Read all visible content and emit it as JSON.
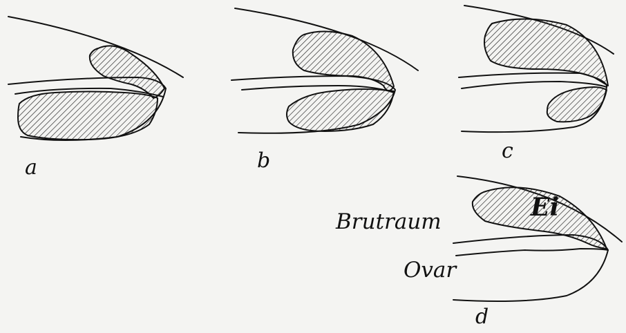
{
  "figure": {
    "panels": [
      {
        "id": "a",
        "label": "a"
      },
      {
        "id": "b",
        "label": "b"
      },
      {
        "id": "c",
        "label": "c"
      },
      {
        "id": "d",
        "label": "d"
      }
    ],
    "annotations": {
      "brood_space": "Brutraum",
      "ovary": "Ovar",
      "egg": "Ei"
    },
    "colors": {
      "line": "#111111",
      "hatch": "#222222",
      "background": "#f4f4f2"
    }
  }
}
